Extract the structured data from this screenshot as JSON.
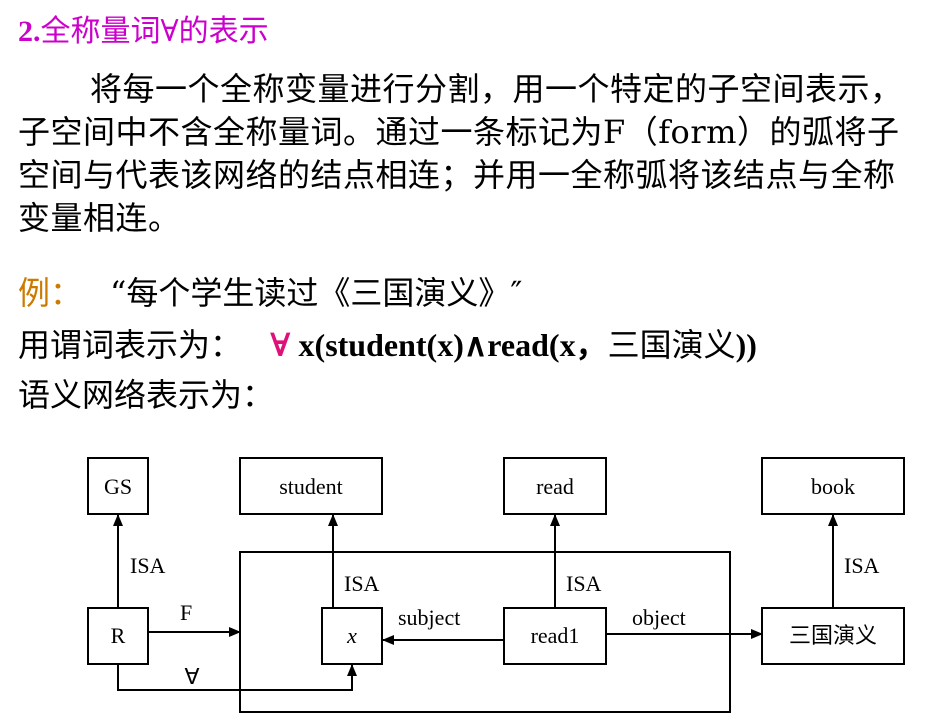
{
  "heading": {
    "number": "2.",
    "text": "全称量词∀的表示"
  },
  "paragraph": "将每一个全称变量进行分割，用一个特定的子空间表示，子空间中不含全称量词。通过一条标记为F（form）的弧将子空间与代表该网络的结点相连；并用一全称弧将该结点与全称变量相连。",
  "example": {
    "label": "例：",
    "quote": "“每个学生读过《三国演义》″"
  },
  "predicate": {
    "label": "用谓词表示为：",
    "forall": "∀",
    "formula_a": " x(student(x)∧read(x，",
    "formula_cn": "三国演义",
    "formula_b": "))"
  },
  "network_label": "语义网络表示为：",
  "diagram": {
    "nodes": {
      "gs": "GS",
      "student": "student",
      "read": "read",
      "book": "book",
      "r": "R",
      "x": "x",
      "read1": "read1",
      "sanguo": "三国演义"
    },
    "edges": {
      "isa_gs": "ISA",
      "isa_student": "ISA",
      "isa_read": "ISA",
      "isa_book": "ISA",
      "f": "F",
      "subject": "subject",
      "object": "object",
      "forall": "∀"
    }
  }
}
